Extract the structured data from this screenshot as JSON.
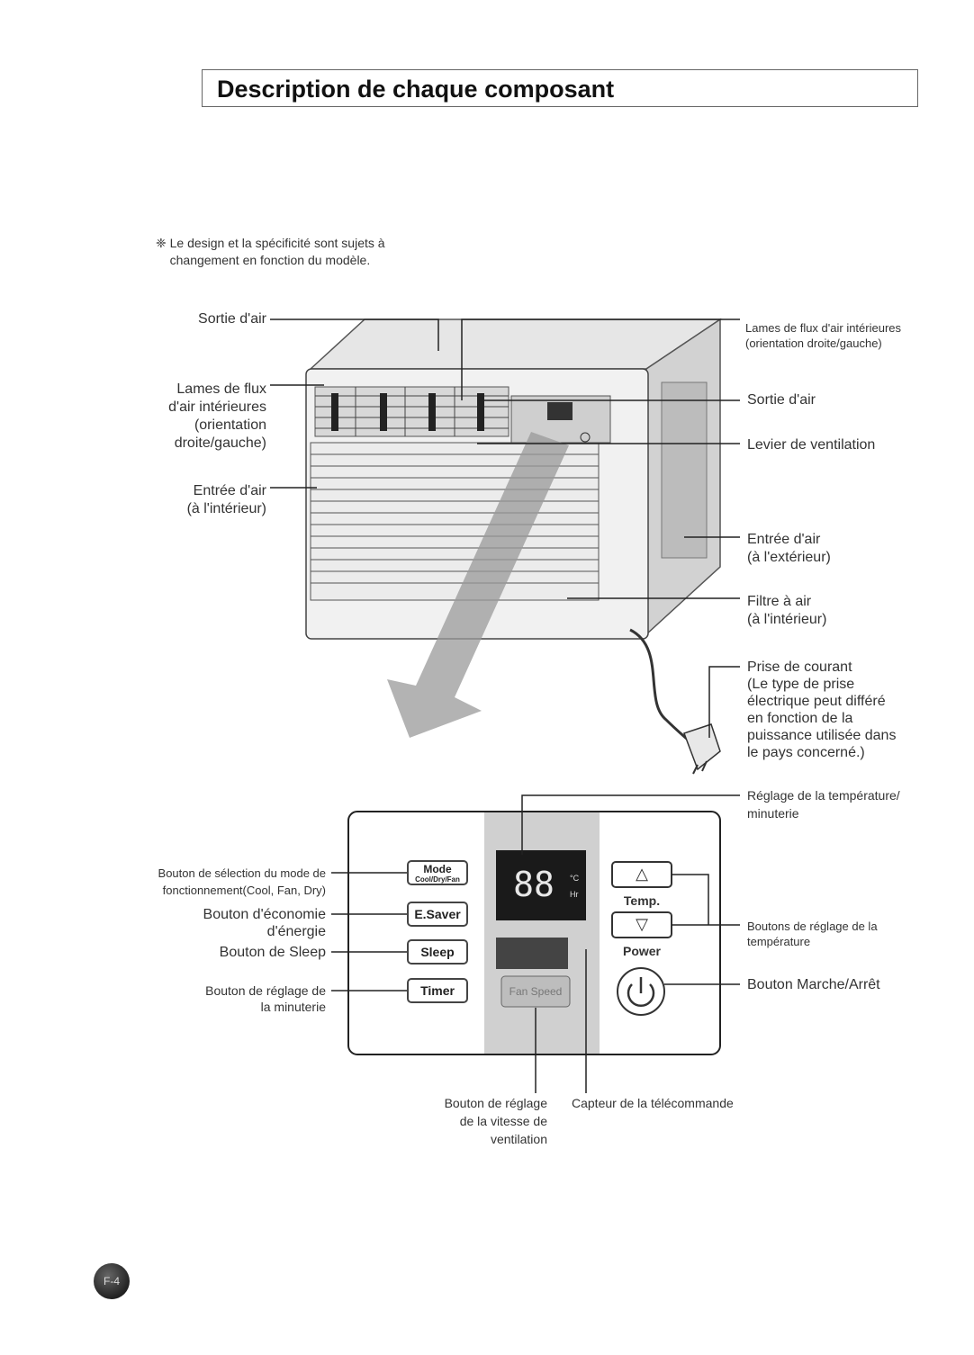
{
  "page": {
    "title": "Description de chaque composant",
    "note": "Le design et la spécificité sont sujets à changement en fonction du modèle.",
    "note_symbol": "❈",
    "page_number": "F-4"
  },
  "unit_labels": {
    "outlet_left": "Sortie d'air",
    "louvers_left_1": "Lames de flux",
    "louvers_left_2": "d'air intérieures",
    "louvers_left_3": "(orientation",
    "louvers_left_4": "droite/gauche)",
    "inlet_left_1": "Entrée d'air",
    "inlet_left_2": "(à l'intérieur)",
    "louvers_right_1": "Lames de flux d'air intérieures",
    "louvers_right_2": "(orientation droite/gauche)",
    "outlet_right": "Sortie d'air",
    "vent_lever": "Levier de ventilation",
    "inlet_right_1": "Entrée d'air",
    "inlet_right_2": "(à l'extérieur)",
    "filter_1": "Filtre à air",
    "filter_2": "(à l'intérieur)",
    "plug_1": "Prise de courant",
    "plug_2": "(Le type de prise",
    "plug_3": "électrique peut différé",
    "plug_4": "en fonction de la",
    "plug_5": "puissance utilisée dans",
    "plug_6": "le pays concerné.)"
  },
  "panel_labels": {
    "temp_timer_1": "Réglage de la température/",
    "temp_timer_2": "minuterie",
    "mode_1": "Bouton de sélection du mode de",
    "mode_2": "fonctionnement(Cool, Fan, Dry)",
    "esaver_1": "Bouton d'économie",
    "esaver_2": "d'énergie",
    "sleep": "Bouton de Sleep",
    "timer_1": "Bouton de réglage de",
    "timer_2": "la minuterie",
    "temp_buttons_1": "Boutons de réglage de la",
    "temp_buttons_2": "température",
    "power": "Bouton Marche/Arrêt",
    "fan_1": "Bouton de réglage",
    "fan_2": "de la vitesse de",
    "fan_3": "ventilation",
    "remote_sensor": "Capteur de la télécommande"
  },
  "panel_buttons": {
    "mode": "Mode",
    "mode_sub": "Cool/Dry/Fan",
    "esaver": "E.Saver",
    "sleep": "Sleep",
    "timer": "Timer",
    "temp": "Temp.",
    "power": "Power",
    "up": "△",
    "down": "▽",
    "fan_speed": "Fan Speed",
    "display": "88",
    "deg_c": "°C",
    "hr": "Hr"
  }
}
